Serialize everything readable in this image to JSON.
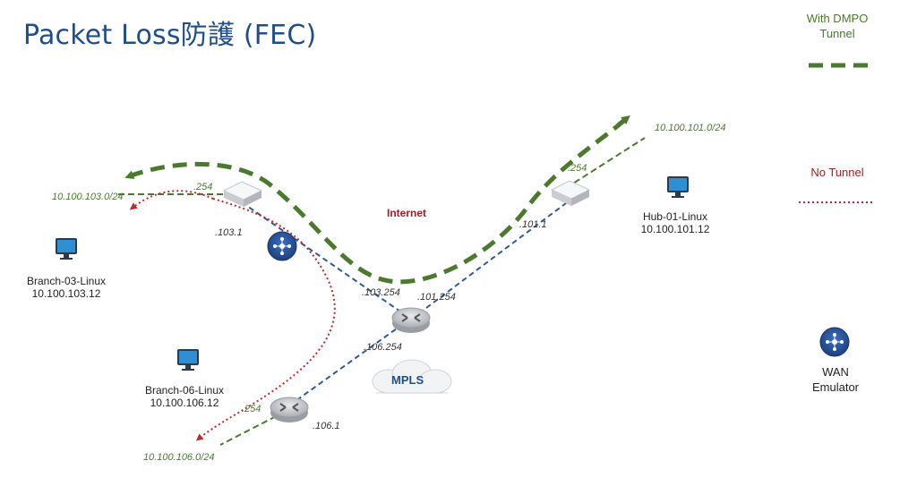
{
  "title": "Packet Loss防護 (FEC)",
  "legend": {
    "dmpo": "With DMPO\nTunnel",
    "no_tunnel": "No Tunnel",
    "wan_emulator": "WAN\nEmulator"
  },
  "labels": {
    "internet": "Internet",
    "mpls": "MPLS"
  },
  "subnets": {
    "s103": "10.100.103.0/24",
    "s101": "10.100.101.0/24",
    "s106": "10.100.106.0/24"
  },
  "interfaces": {
    "edge103_254": ".254",
    "edge103_1": ".103.1",
    "edge101_254": ".254",
    "edge101_1": ".101.1",
    "router_103_254": ".103.254",
    "router_101_254": ".101.254",
    "router_106_254": ".106.254",
    "edge106_254": ".254",
    "edge106_1": ".106.1"
  },
  "hosts": {
    "branch03_name": "Branch-03-Linux",
    "branch03_ip": "10.100.103.12",
    "branch06_name": "Branch-06-Linux",
    "branch06_ip": "10.100.106.12",
    "hub01_name": "Hub-01-Linux",
    "hub01_ip": "10.100.101.12"
  },
  "colors": {
    "title": "#1f4e8c",
    "dmpo_green": "#4b7a2e",
    "no_tunnel_red": "#c0282d",
    "link_blue": "#2e5a8f"
  }
}
